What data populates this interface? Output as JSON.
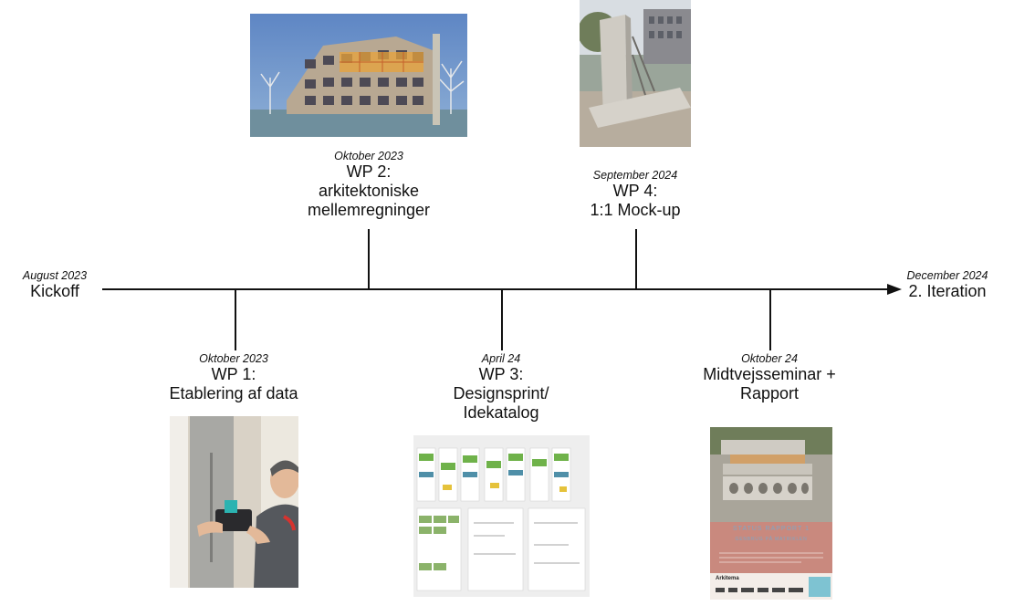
{
  "milestones": {
    "kickoff": {
      "date": "August 2023",
      "title": "Kickoff"
    },
    "end": {
      "date": "December 2024",
      "title": "2. Iteration"
    },
    "wp1": {
      "date": "Oktober 2023",
      "line1": "WP 1:",
      "line2": "Etablering af data"
    },
    "wp2": {
      "date": "Oktober 2023",
      "line1": "WP 2:",
      "line2": "arkitektoniske",
      "line3": "mellemregninger"
    },
    "wp3": {
      "date": "April 24",
      "line1": "WP 3:",
      "line2": "Designsprint/",
      "line3": "Idekatalog"
    },
    "wp4": {
      "date": "September 2024",
      "line1": "WP 4:",
      "line2": "1:1 Mock-up"
    },
    "midtvejs": {
      "date": "Oktober 24",
      "line1": "Midtvejsseminar +",
      "line2": "Rapport"
    }
  },
  "report_cover": {
    "heading": "STATUS RAPPORT 1",
    "subheading": "GENBRUG PÅ MATRIKLEN",
    "publisher": "Arkitema"
  },
  "colors": {
    "line": "#111111",
    "report_panel": "#c9897e",
    "report_text": "#7fa6c4",
    "report_logo_box": "#7ec3d2"
  }
}
